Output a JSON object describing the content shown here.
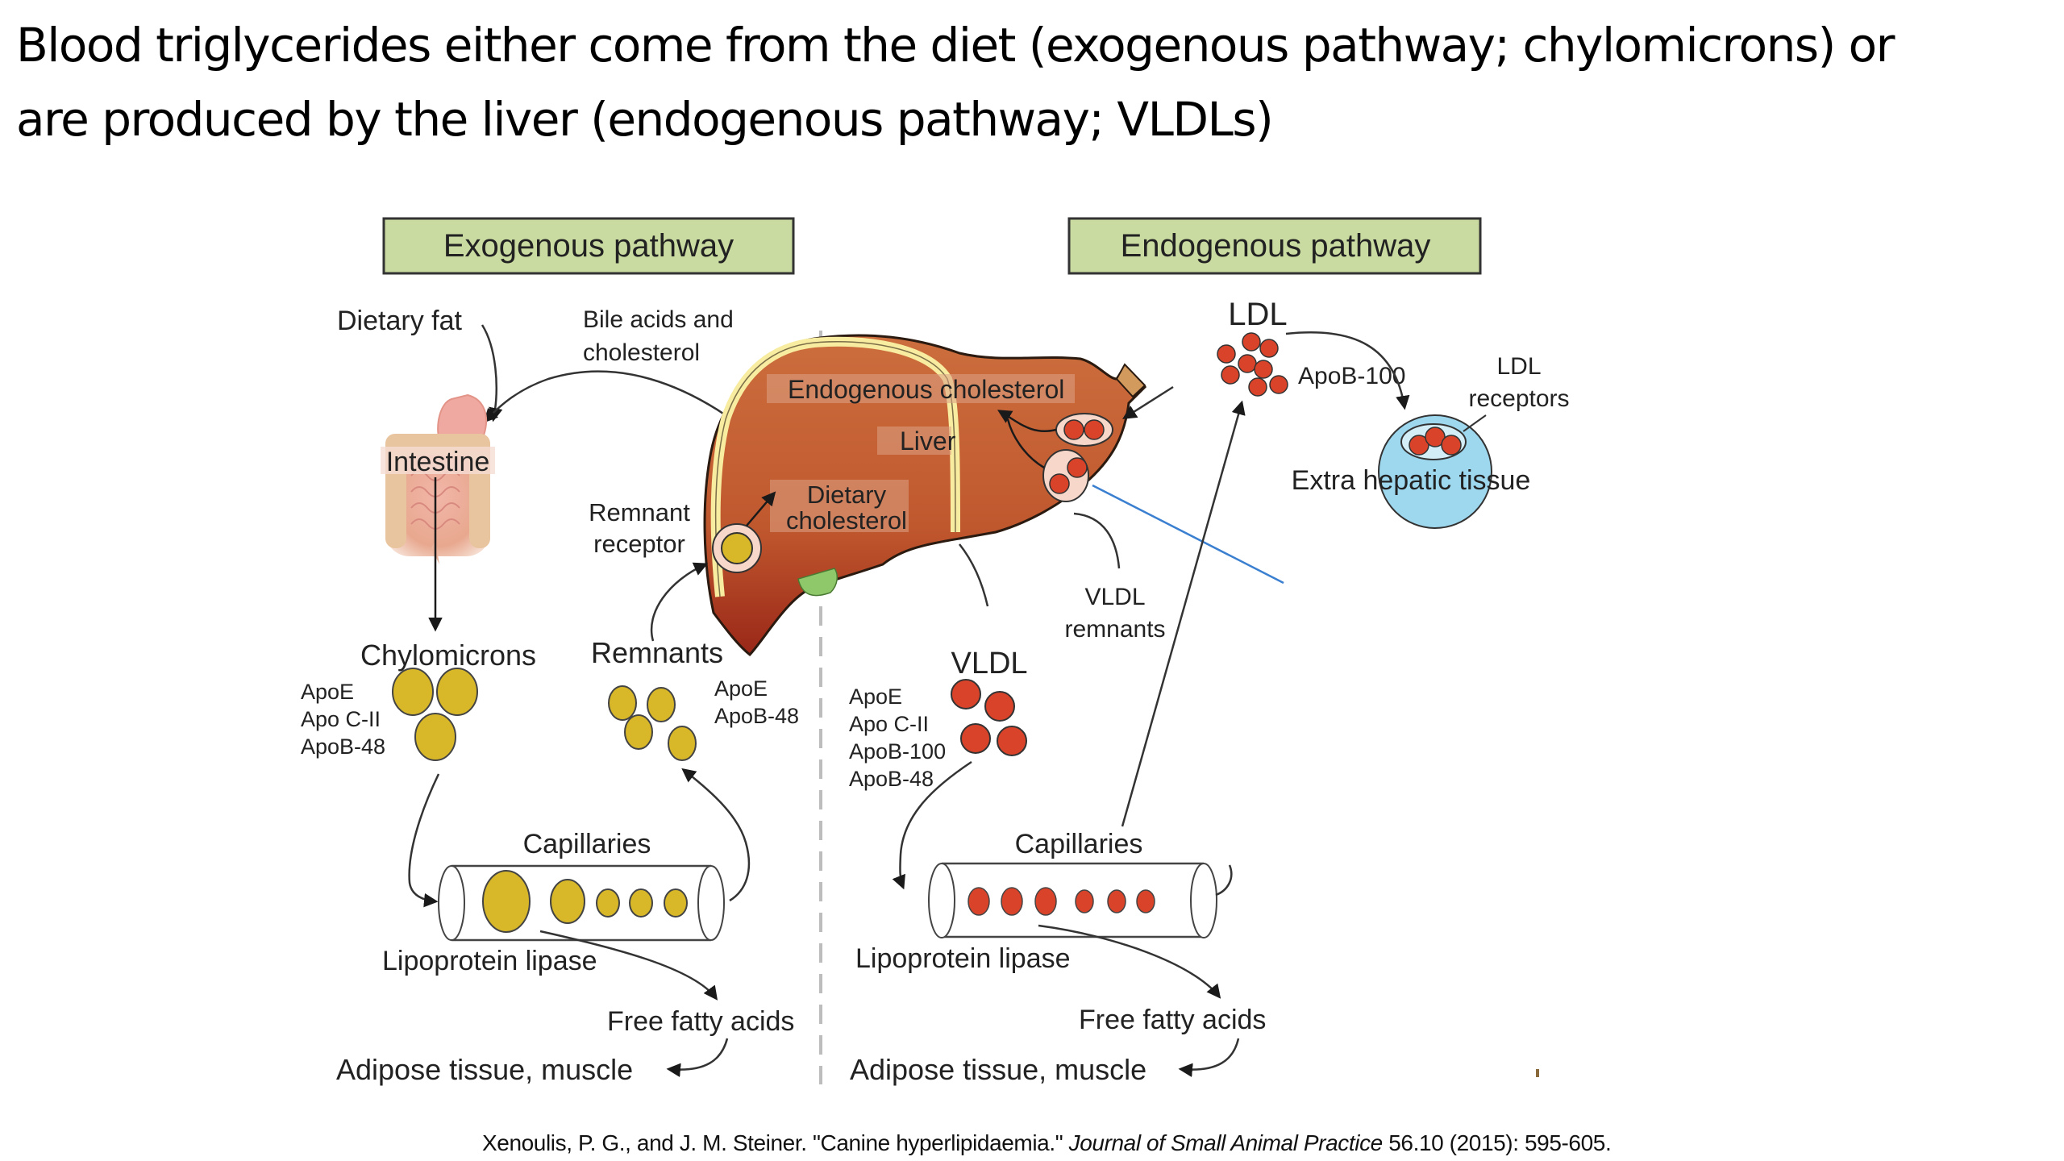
{
  "slide": {
    "title_line1": "Blood triglycerides either come from the diet (exogenous pathway; chylomicrons) or",
    "title_line2": "are produced by the liver (endogenous pathway; VLDLs)"
  },
  "diagram": {
    "colors": {
      "header_fill": "#c9dba0",
      "liver": "#c8683a",
      "liver_dark": "#9e2e1a",
      "bile_duct": "#f7ec9f",
      "chylomicron": "#d8b828",
      "vldl": "#d8432a",
      "extrahepatic": "#9dd8ef",
      "gallbladder": "#8ec86b",
      "blue_line": "#3a7fd0"
    },
    "exogenous": {
      "header": "Exogenous pathway",
      "dietary_fat": "Dietary fat",
      "bile_acids_line1": "Bile acids and",
      "bile_acids_line2": "cholesterol",
      "intestine": "Intestine",
      "remnant_receptor_line1": "Remnant",
      "remnant_receptor_line2": "receptor",
      "chylomicrons": "Chylomicrons",
      "chylomicron_apos": [
        "ApoE",
        "Apo C-II",
        "ApoB-48"
      ],
      "remnants": "Remnants",
      "remnant_apos": [
        "ApoE",
        "ApoB-48"
      ],
      "capillaries": "Capillaries",
      "lipoprotein_lipase": "Lipoprotein lipase",
      "free_fatty_acids": "Free fatty acids",
      "adipose": "Adipose tissue, muscle"
    },
    "liver": {
      "endogenous_cholesterol": "Endogenous cholesterol",
      "liver_label": "Liver",
      "dietary_cholesterol_line1": "Dietary",
      "dietary_cholesterol_line2": "cholesterol"
    },
    "endogenous": {
      "header": "Endogenous pathway",
      "ldl": "LDL",
      "ldl_apo": "ApoB-100",
      "ldl_receptors_line1": "LDL",
      "ldl_receptors_line2": "receptors",
      "extrahepatic": "Extra hepatic tissue",
      "vldl_remnants_line1": "VLDL",
      "vldl_remnants_line2": "remnants",
      "vldl": "VLDL",
      "vldl_apos": [
        "ApoE",
        "Apo C-II",
        "ApoB-100",
        "ApoB-48"
      ],
      "capillaries": "Capillaries",
      "lipoprotein_lipase": "Lipoprotein lipase",
      "free_fatty_acids": "Free fatty acids",
      "adipose": "Adipose tissue, muscle"
    }
  },
  "citation": {
    "authors_title": "Xenoulis, P. G., and J. M. Steiner. \"Canine hyperlipidaemia.\" ",
    "journal": "Journal of Small Animal Practice",
    "details": " 56.10 (2015): 595-605."
  }
}
